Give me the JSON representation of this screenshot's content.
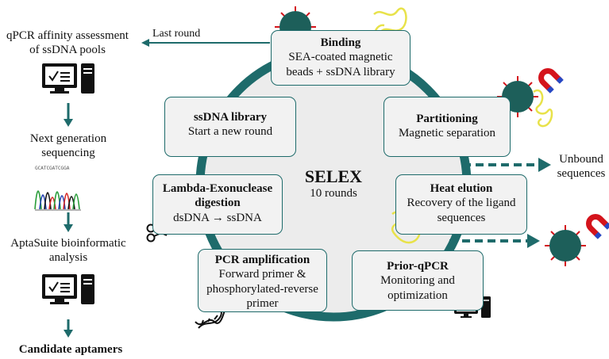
{
  "center": {
    "title": "SELEX",
    "subtitle": "10 rounds"
  },
  "steps": [
    {
      "title": "Binding",
      "desc": "SEA-coated magnetic beads + ssDNA library"
    },
    {
      "title": "Partitioning",
      "desc": "Magnetic separation"
    },
    {
      "title": "Heat elution",
      "desc": "Recovery of the ligand sequences"
    },
    {
      "title": "Prior-qPCR",
      "desc": "Monitoring and optimization"
    },
    {
      "title": "PCR amplification",
      "desc": "Forward primer & phosphorylated-reverse primer"
    },
    {
      "title": "Lambda-Exonuclease digestion",
      "desc": "dsDNA → ssDNA"
    },
    {
      "title": "ssDNA library",
      "desc": "Start a new round"
    }
  ],
  "unbound_label": "Unbound sequences",
  "last_round_label": "Last round",
  "pipeline": [
    "qPCR affinity assessment of ssDNA pools",
    "Next generation sequencing",
    "AptaSuite bioinformatic analysis",
    "Candidate aptamers"
  ],
  "colors": {
    "teal": "#1e6b6b",
    "box_fill": "#f2f2f2",
    "circle_fill": "#ececec",
    "bead": "#1d5f5a",
    "spike": "#d4141c",
    "protein": "#e8e24a"
  },
  "icons": [
    "computer-icon",
    "chromatogram-icon",
    "scissors-icon",
    "dna-icon",
    "magnet-icon",
    "bead-icon",
    "protein-icon"
  ]
}
